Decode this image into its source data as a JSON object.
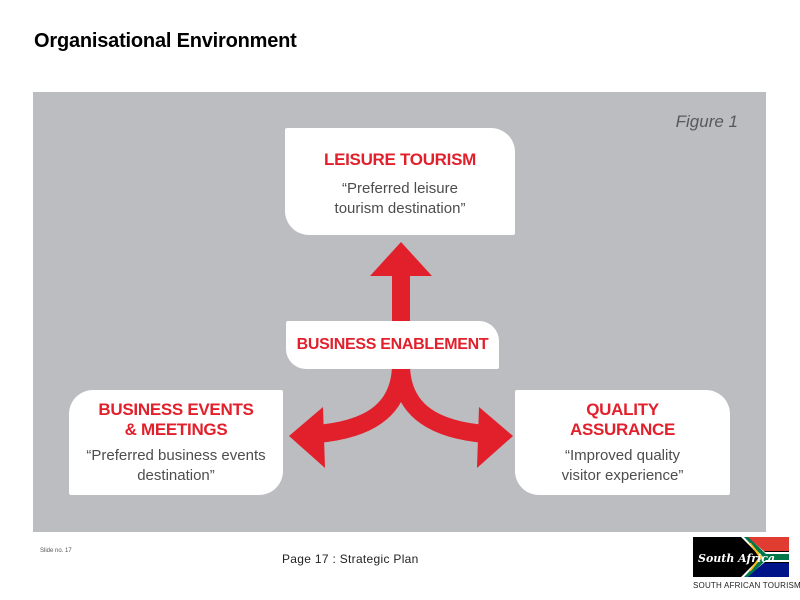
{
  "slide": {
    "title": "Organisational Environment",
    "slide_number": "Slide no. 17",
    "footer": "Page 17 : Strategic Plan"
  },
  "figure": {
    "label": "Figure 1",
    "center": {
      "title": "BUSINESS ENABLEMENT"
    },
    "top": {
      "title": "LEISURE TOURISM",
      "line1": "“Preferred leisure",
      "line2": "tourism destination”"
    },
    "left": {
      "title1": "BUSINESS EVENTS",
      "title2": "& MEETINGS",
      "line1": "“Preferred business events",
      "line2": "destination”"
    },
    "right": {
      "title1": "QUALITY",
      "title2": "ASSURANCE",
      "line1": "“Improved quality",
      "line2": "visitor experience”"
    }
  },
  "logo": {
    "wordmark": "South Africa",
    "caption": "SOUTH AFRICAN TOURISM"
  },
  "colors": {
    "accent_red": "#e2202c",
    "panel_gray": "#bcbdc0",
    "text_gray": "#4d4d4f"
  }
}
